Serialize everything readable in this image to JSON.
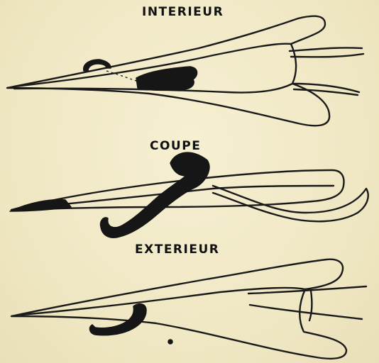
{
  "labels": {
    "interior": "INTERIEUR",
    "section": "COUPE",
    "exterior": "EXTERIEUR"
  },
  "colors": {
    "paper": "#f3ecc9",
    "ink": "#161616"
  }
}
